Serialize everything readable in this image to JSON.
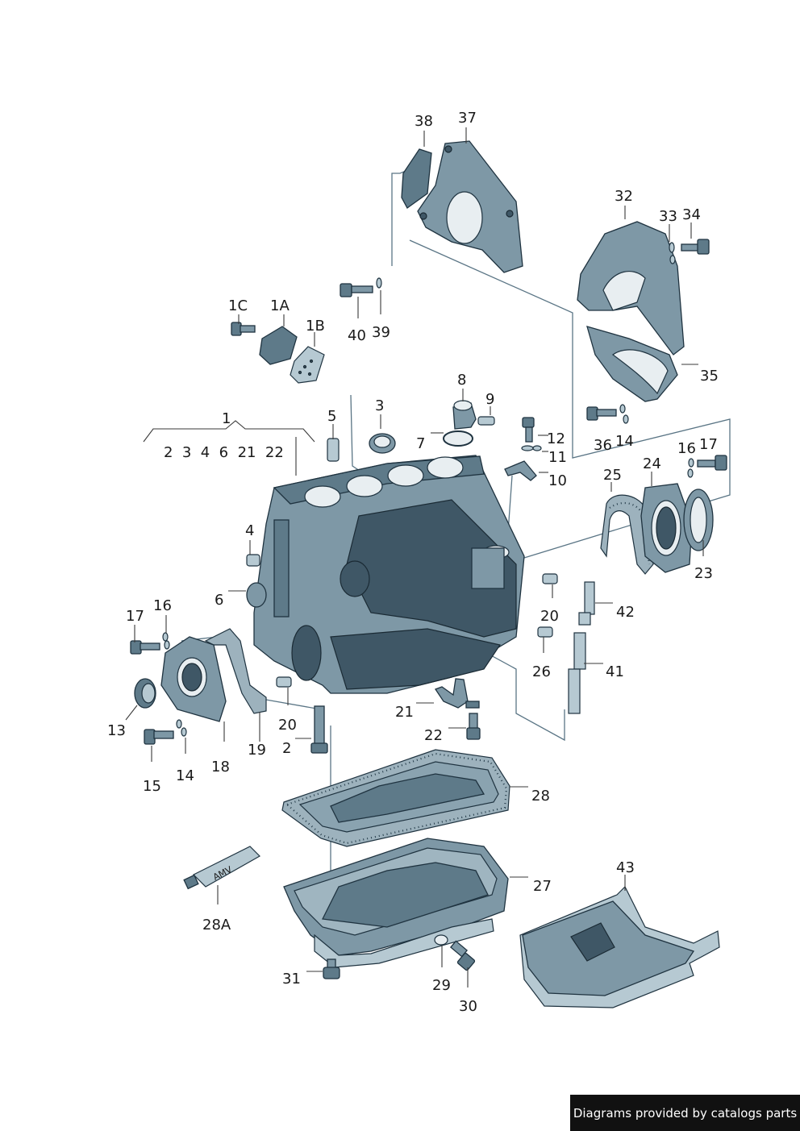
{
  "labels": {
    "l1": "1",
    "l1list": "2  3  4  6  21  22",
    "l1a": "1A",
    "l1b": "1B",
    "l1c": "1C",
    "l2": "2",
    "l3": "3",
    "l4": "4",
    "l5": "5",
    "l6": "6",
    "l7": "7",
    "l8": "8",
    "l9": "9",
    "l10": "10",
    "l11": "11",
    "l12": "12",
    "l13": "13",
    "l14a": "14",
    "l14b": "14",
    "l15": "15",
    "l16a": "16",
    "l16b": "16",
    "l17a": "17",
    "l17b": "17",
    "l18": "18",
    "l19": "19",
    "l20a": "20",
    "l20b": "20",
    "l21": "21",
    "l22": "22",
    "l23": "23",
    "l24": "24",
    "l25": "25",
    "l26": "26",
    "l27": "27",
    "l28": "28",
    "l28a": "28A",
    "l29": "29",
    "l30": "30",
    "l31": "31",
    "l32": "32",
    "l33": "33",
    "l34": "34",
    "l35": "35",
    "l36": "36",
    "l37": "37",
    "l38": "38",
    "l39": "39",
    "l40": "40",
    "l41": "41",
    "l42": "42",
    "l43": "43"
  },
  "tube_text": "AMV",
  "footer": "Diagrams provided by catalogs parts",
  "colors": {
    "part": "#7e98a6",
    "part_dark": "#3f5766",
    "guide": "#5a7585",
    "footer_bg": "#111111"
  }
}
